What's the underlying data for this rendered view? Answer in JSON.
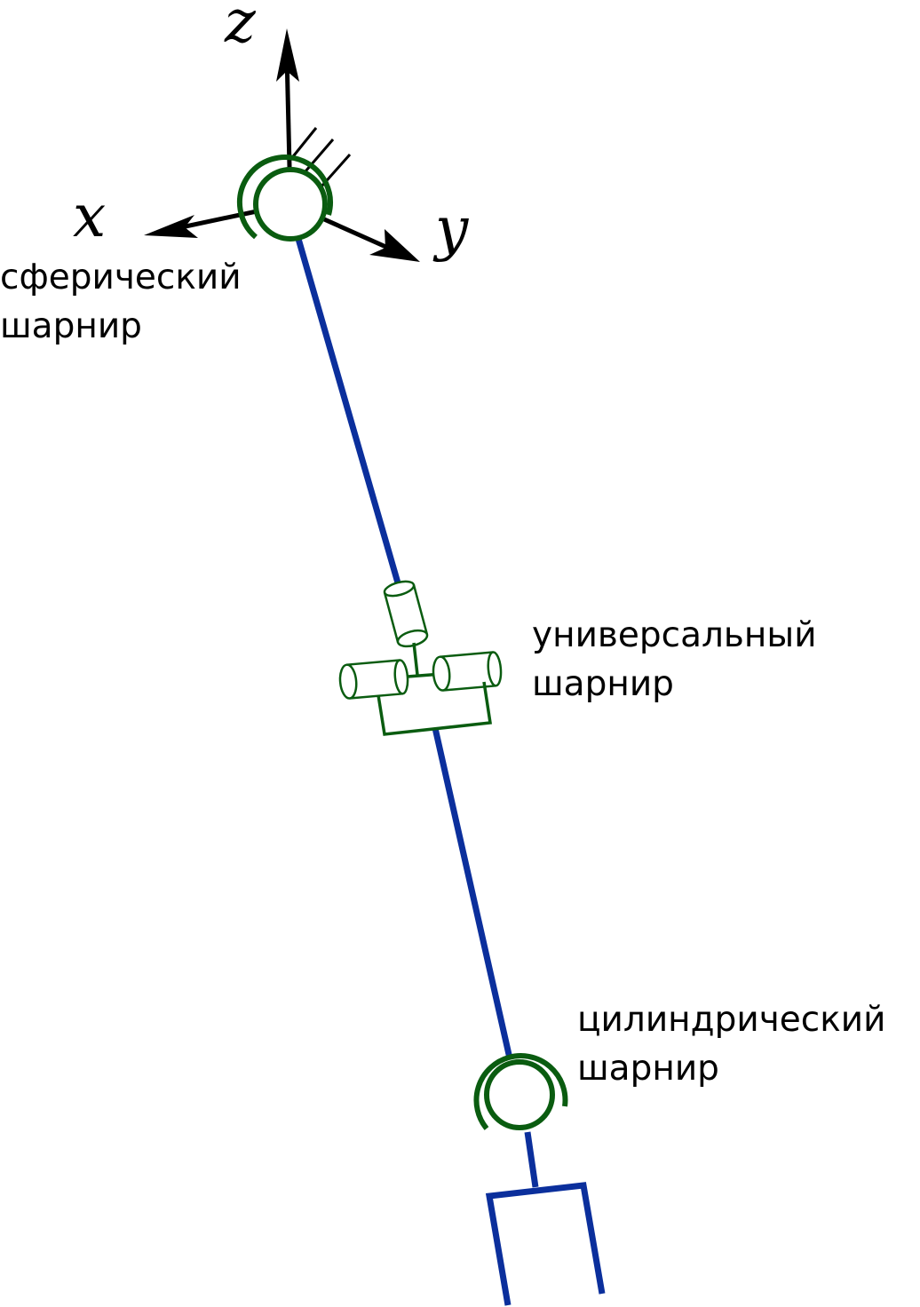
{
  "axes": {
    "x": "x",
    "y": "y",
    "z": "z"
  },
  "joints": {
    "spherical": {
      "line1": "сферический",
      "line2": "шарнир"
    },
    "universal": {
      "line1": "универсальный",
      "line2": "шарнир"
    },
    "cylindrical": {
      "line1": "цилиндрический",
      "line2": "шарнир"
    }
  },
  "colors": {
    "link": "#0b2f9c",
    "joint": "#0a5c10",
    "axis": "#000000"
  }
}
